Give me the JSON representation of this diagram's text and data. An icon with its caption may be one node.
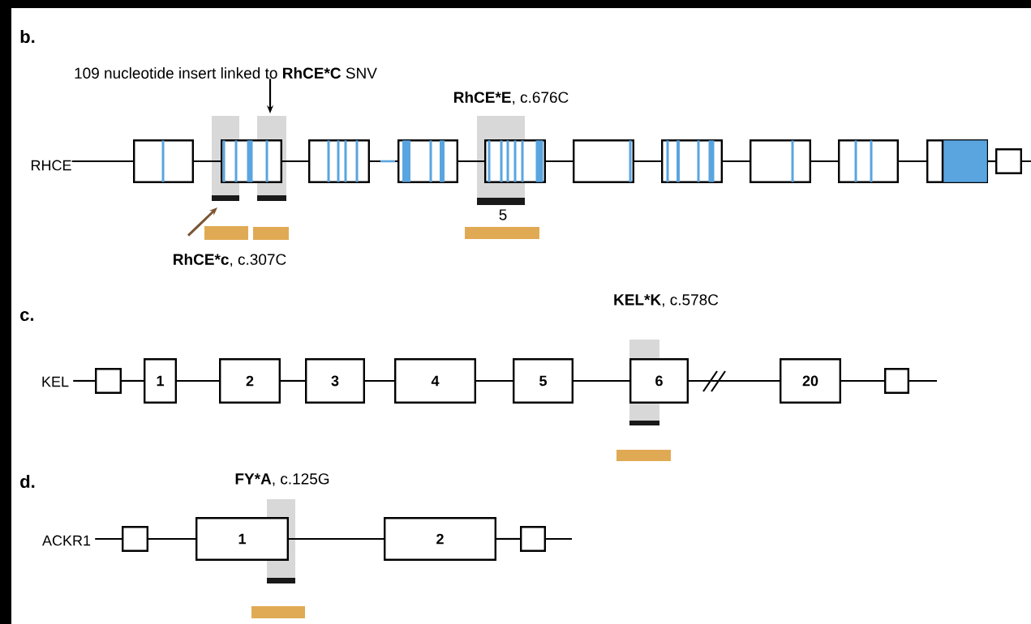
{
  "diagram": {
    "nodes": [
      {
        "text": [
          "109 nucleotide insert linked to **RhCE*C** SNV"
        ]
      },
      {
        "text": [
          "RHCE"
        ]
      },
      {
        "text": [],
        "shape": "box"
      },
      {
        "text": [],
        "shape": "box"
      },
      {
        "text": [],
        "shape": "box"
      },
      {
        "text": [],
        "shape": "box"
      },
      {
        "text": [],
        "shape": "box"
      },
      {
        "text": [],
        "shape": "box"
      },
      {
        "text": [],
        "shape": "box"
      },
      {
        "text": [],
        "shape": "box"
      },
      {
        "text": [],
        "shape": "box"
      },
      {
        "text": [],
        "shape": "box"
      },
      {
        "text": [],
        "shape": "box"
      },
      {
        "text": [
          "**RhCE*c**, c.307C"
        ]
      },
      {
        "text": [
          "KEL"
        ]
      },
      {
        "text": [],
        "shape": "box"
      },
      {
        "text": [
          "1"
        ]
      },
      {
        "text": [
          "2"
        ]
      },
      {
        "text": [
          "3"
        ]
      },
      {
        "text": [
          "4"
        ]
      },
      {
        "text": [
          "5"
        ]
      },
      {
        "text": [
          "6"
        ]
      },
      {
        "text": [
          "20"
        ]
      },
      {
        "text": [],
        "shape": "box"
      },
      {
        "text": [
          "ACKR1"
        ]
      },
      {
        "text": [],
        "shape": "box"
      },
      {
        "text": [
          "1"
        ]
      },
      {
        "text": [
          "2"
        ]
      },
      {
        "text": [],
        "shape": "box"
      }
    ],
    "edges": [
      {
        "from": 0,
        "to": 3,
        "arrow": "to"
      },
      {
        "from": 13,
        "to": 3,
        "arrow": "to",
        "color": "#7a5533"
      },
      {
        "from": 1,
        "to": 2,
        "arrow": "none"
      },
      {
        "from": 2,
        "to": 3,
        "arrow": "none"
      },
      {
        "from": 3,
        "to": 4,
        "arrow": "none"
      },
      {
        "from": 4,
        "to": 5,
        "arrow": "none"
      },
      {
        "from": 5,
        "to": 6,
        "arrow": "none"
      },
      {
        "from": 6,
        "to": 7,
        "arrow": "none"
      },
      {
        "from": 7,
        "to": 8,
        "arrow": "none"
      },
      {
        "from": 8,
        "to": 9,
        "arrow": "none"
      },
      {
        "from": 9,
        "to": 10,
        "arrow": "none"
      },
      {
        "from": 10,
        "to": 11,
        "arrow": "none"
      },
      {
        "from": 11,
        "to": 12,
        "arrow": "none"
      },
      {
        "from": 12,
        "to": null,
        "arrow": "none"
      },
      {
        "from": 14,
        "to": 15,
        "arrow": "none"
      },
      {
        "from": 15,
        "to": 16,
        "arrow": "none"
      },
      {
        "from": 16,
        "to": 17,
        "arrow": "none"
      },
      {
        "from": 17,
        "to": 18,
        "arrow": "none"
      },
      {
        "from": 18,
        "to": 19,
        "arrow": "none"
      },
      {
        "from": 19,
        "to": 20,
        "arrow": "none"
      },
      {
        "from": 20,
        "to": 21,
        "arrow": "none"
      },
      {
        "from": 21,
        "to": 22,
        "arrow": "none"
      },
      {
        "from": 22,
        "to": 23,
        "arrow": "none"
      },
      {
        "from": 23,
        "to": null,
        "arrow": "none"
      },
      {
        "from": 24,
        "to": 25,
        "arrow": "none"
      },
      {
        "from": 25,
        "to": 26,
        "arrow": "none"
      },
      {
        "from": 26,
        "to": 27,
        "arrow": "none"
      },
      {
        "from": 27,
        "to": 28,
        "arrow": "none"
      },
      {
        "from": 28,
        "to": null,
        "arrow": "none"
      }
    ],
    "labels": [
      "b.",
      "**RhCE*E**, c.676C",
      "5",
      "c.",
      "**KEL*K**, c.578C",
      "d.",
      "**FY*A**, c.125G"
    ]
  }
}
